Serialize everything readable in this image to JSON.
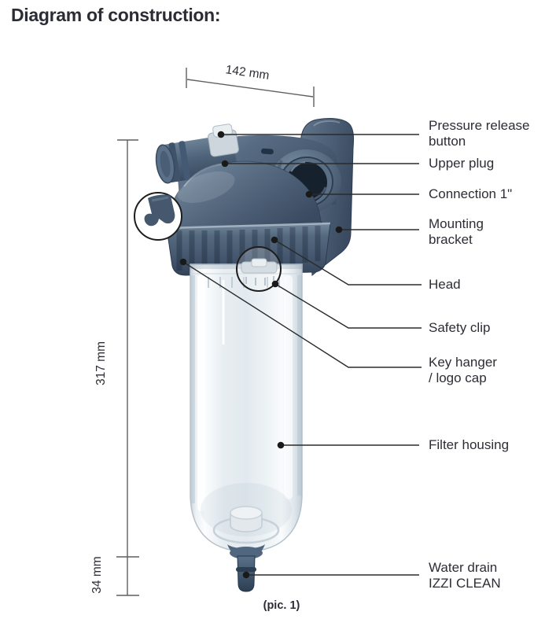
{
  "title": "Diagram of construction:",
  "caption": "(pic. 1)",
  "dimensions": {
    "width": "142 mm",
    "height_main": "317 mm",
    "height_drain": "34 mm"
  },
  "labels": {
    "pressure_release": {
      "lines": [
        "Pressure release",
        "button"
      ]
    },
    "upper_plug": {
      "lines": [
        "Upper plug"
      ]
    },
    "connection": {
      "lines": [
        "Connection 1\""
      ]
    },
    "mounting_bracket": {
      "lines": [
        "Mounting",
        "bracket"
      ]
    },
    "head": {
      "lines": [
        "Head"
      ]
    },
    "safety_clip": {
      "lines": [
        "Safety clip"
      ]
    },
    "key_hanger": {
      "lines": [
        "Key hanger",
        "/ logo cap"
      ]
    },
    "filter_housing": {
      "lines": [
        "Filter housing"
      ]
    },
    "water_drain": {
      "lines": [
        "Water drain",
        "IZZI CLEAN"
      ]
    }
  },
  "colors": {
    "text": "#2d2d36",
    "leader_line": "#2b2b2b",
    "dimension_line": "#5f5f5f",
    "head_blue": "#54687f",
    "head_dark": "#34465c",
    "housing_tint": "#e9eef2",
    "port_hole": "#16212e"
  }
}
